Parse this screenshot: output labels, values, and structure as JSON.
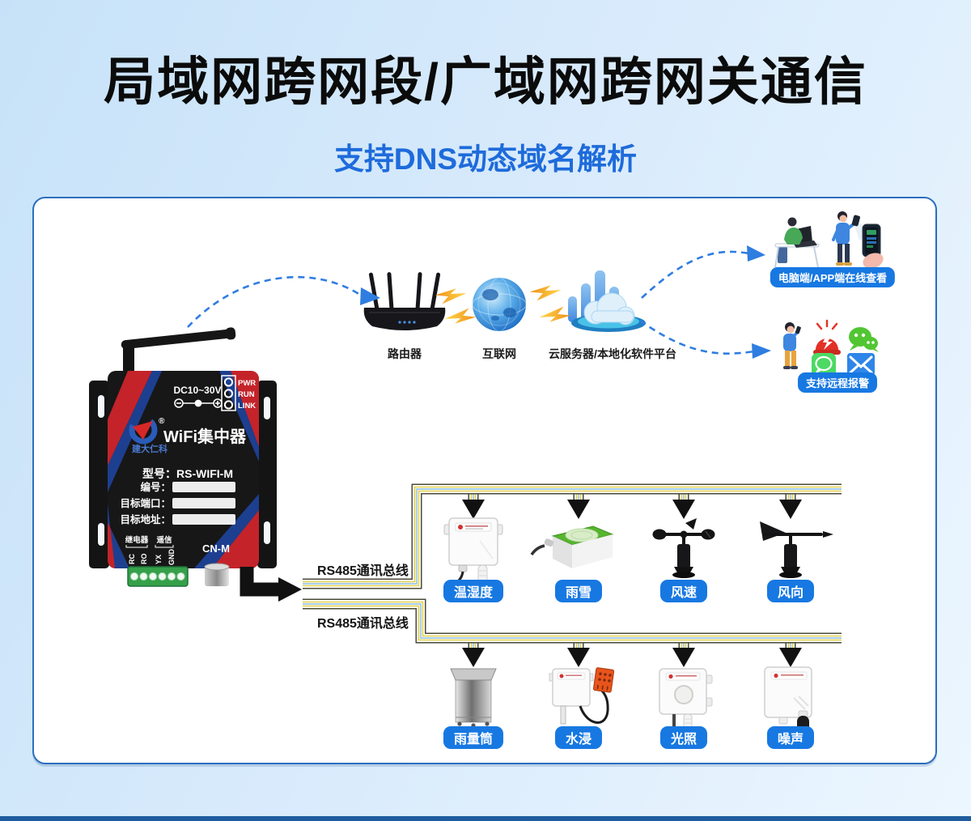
{
  "header": {
    "title": "局域网跨网段/广域网跨网关通信",
    "subtitle": "支持DNS动态域名解析"
  },
  "network": {
    "router_label": "路由器",
    "internet_label": "互联网",
    "platform_label": "云服务器/本地化软件平台"
  },
  "outputs": {
    "pc_app_badge": "电脑端/APP端在线查看",
    "alarm_badge": "支持远程报警"
  },
  "bus": {
    "label_top": "RS485通讯总线",
    "label_bottom": "RS485通讯总线"
  },
  "device": {
    "power_label": "DC10~30V",
    "led_labels": [
      "PWR",
      "RUN",
      "LINK"
    ],
    "reg_mark": "®",
    "brand": "建大仁科",
    "product_name": "WiFi集中器",
    "model_line": "型号：RS-WIFI-M",
    "field_labels": [
      "编号：",
      "目标端口：",
      "目标地址："
    ],
    "relay_group_label": "继电器",
    "signal_group_label": "遥信",
    "terminal_labels": [
      "RC",
      "RO",
      "YX",
      "GND"
    ],
    "port_label": "CN-M"
  },
  "sensors": {
    "row1": [
      "温湿度",
      "雨雪",
      "风速",
      "风向"
    ],
    "row2": [
      "雨量筒",
      "水浸",
      "光照",
      "噪声"
    ]
  },
  "colors": {
    "accent_blue": "#1778e2",
    "subtitle_blue": "#1e6bdb",
    "panel_border": "#2b6fbe",
    "bottom_bar": "#1e5c9e",
    "device_red": "#c4232a",
    "device_stripe_blue": "#1d3f8f",
    "bus_yellow": "#e3cf4b",
    "bus_blue": "#8abfe4",
    "alarm_red": "#e33127",
    "wechat_green": "#51c632"
  }
}
